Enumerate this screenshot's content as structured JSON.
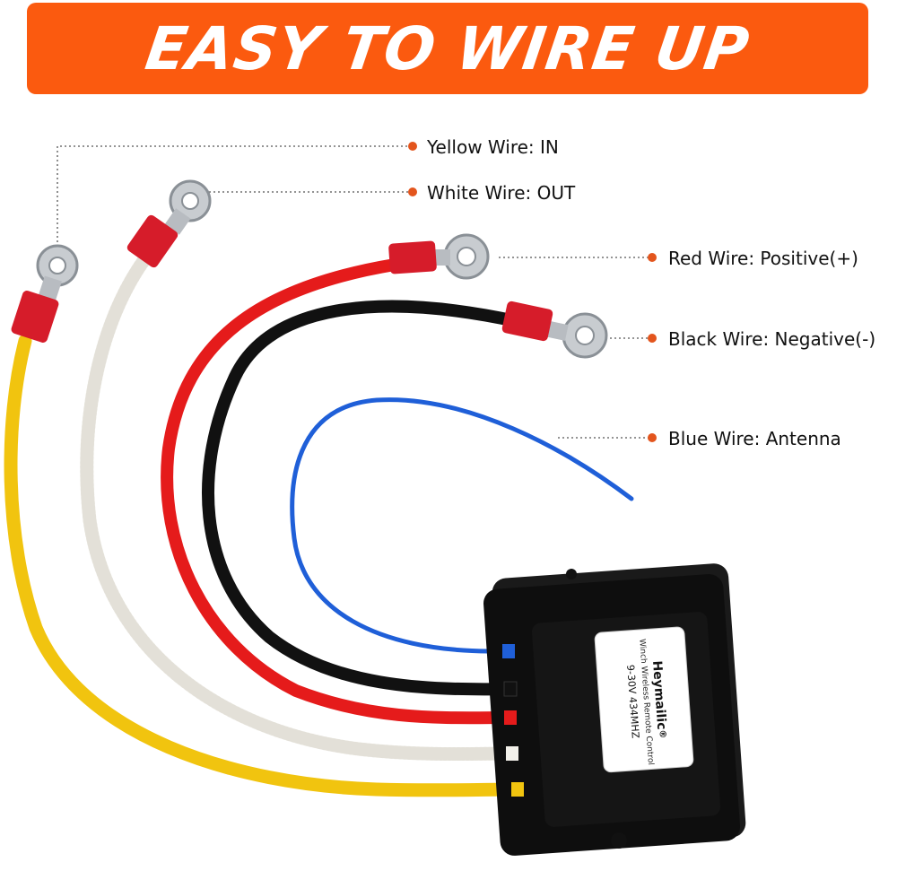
{
  "banner": {
    "title": "EASY TO WIRE UP",
    "color": "#fb5a0f"
  },
  "labels": {
    "yellow": "Yellow Wire: IN",
    "white": "White Wire: OUT",
    "red": "Red Wire: Positive(+)",
    "black": "Black Wire: Negative(-)",
    "blue": "Blue Wire: Antenna"
  },
  "device": {
    "brand": "Heymailic",
    "registered": "®",
    "model": "Winch Wireless Remote Control",
    "spec": "9-30V 434MHZ"
  },
  "colors": {
    "yellow": "#f1c40f",
    "white": "#f2f0ea",
    "red": "#e51b1b",
    "black": "#111111",
    "blue": "#1f5fd8",
    "terminal": "#d61c2a",
    "leader_dot": "#e3551d"
  }
}
